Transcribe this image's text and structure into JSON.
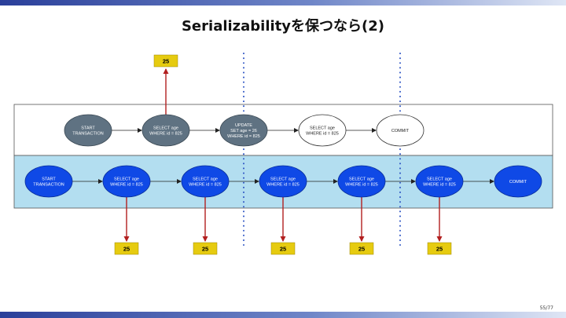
{
  "slide": {
    "title": "Serializabilityを保つなら(2)",
    "page_number": "55/77"
  },
  "colors": {
    "grey_node": "#5f7282",
    "blue_node": "#0f49e6",
    "lane_blue": "#b3def0",
    "value_box": "#e6cb10",
    "arrow_red": "#b21f1f",
    "divider": "#2f56c4"
  },
  "diagram": {
    "top_lane": {
      "nodes": [
        {
          "lines": [
            "START",
            "TRANSACTION"
          ],
          "style": "grey"
        },
        {
          "lines": [
            "SELECT age",
            "WHERE id = 825"
          ],
          "style": "grey"
        },
        {
          "lines": [
            "UPDATE",
            "SET age = 26",
            "WHERE id = 825"
          ],
          "style": "grey"
        },
        {
          "lines": [
            "SELECT age",
            "WHERE id = 825"
          ],
          "style": "white"
        },
        {
          "lines": [
            "COMMIT"
          ],
          "style": "white"
        }
      ],
      "read_value": "25"
    },
    "bottom_lane": {
      "nodes": [
        {
          "lines": [
            "START",
            "TRANSACTION"
          ]
        },
        {
          "lines": [
            "SELECT age",
            "WHERE id = 825"
          ]
        },
        {
          "lines": [
            "SELECT age",
            "WHERE id = 825"
          ]
        },
        {
          "lines": [
            "SELECT age",
            "WHERE id = 825"
          ]
        },
        {
          "lines": [
            "SELECT age",
            "WHERE id = 825"
          ]
        },
        {
          "lines": [
            "SELECT age",
            "WHERE id = 825"
          ]
        },
        {
          "lines": [
            "COMMIT"
          ]
        }
      ],
      "read_values": [
        "25",
        "25",
        "25",
        "25",
        "25"
      ]
    }
  }
}
